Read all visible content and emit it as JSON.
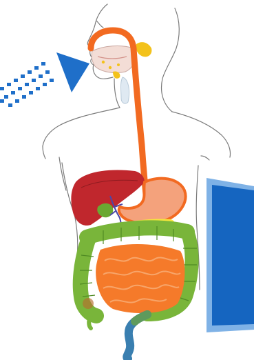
{
  "figure": {
    "subject": "human-digestive-system",
    "background": "#ffffff",
    "colors": {
      "outline": "#6b6b6b",
      "esophagus": "#f26a21",
      "liver": "#c0272d",
      "gallbladder": "#6aa832",
      "bile_duct": "#4a46a8",
      "stomach": "#f4a27c",
      "pancreas": "#f5e63c",
      "small_intestine": "#f57a2a",
      "large_intestine": "#79b53a",
      "rectum": "#3a7fb0",
      "salivary_gland": "#f3c21b",
      "arrow": "#1f6fc9",
      "panel": "#1565c0",
      "panel_edge": "#7fb2e6"
    },
    "components": [
      "body-outline",
      "mouth",
      "salivary-gland",
      "esophagus",
      "liver",
      "gallbladder",
      "stomach",
      "pancreas",
      "large-intestine",
      "small-intestine",
      "rectum",
      "food-intake-arrow",
      "blue-panel"
    ]
  }
}
